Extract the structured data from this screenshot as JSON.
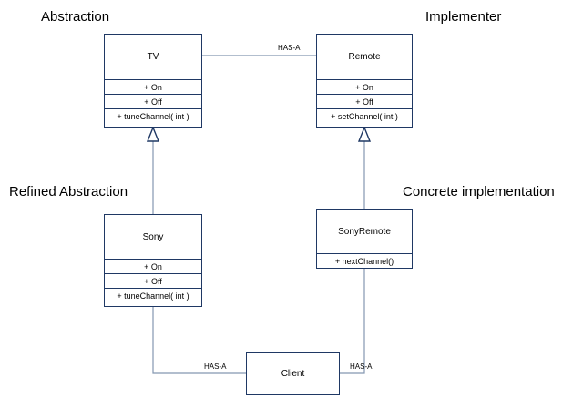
{
  "headings": {
    "abstraction": "Abstraction",
    "implementer": "Implementer",
    "refined_abstraction": "Refined Abstraction",
    "concrete_implementation": "Concrete implementation"
  },
  "classes": {
    "tv": {
      "name": "TV",
      "members": [
        "+ On",
        "+ Off",
        "+ tuneChannel( int )"
      ]
    },
    "remote": {
      "name": "Remote",
      "members": [
        "+ On",
        "+ Off",
        "+ setChannel( int )"
      ]
    },
    "sony": {
      "name": "Sony",
      "members": [
        "+ On",
        "+ Off",
        "+ tuneChannel( int )"
      ]
    },
    "sonyremote": {
      "name": "SonyRemote",
      "members": [
        "+ nextChannel()"
      ]
    },
    "client": {
      "name": "Client"
    }
  },
  "relations": {
    "tv_remote": "HAS-A",
    "client_sony": "HAS-A",
    "client_sonyremote": "HAS-A"
  },
  "colors": {
    "box_border": "#1f3864",
    "line": "#8497b0"
  }
}
